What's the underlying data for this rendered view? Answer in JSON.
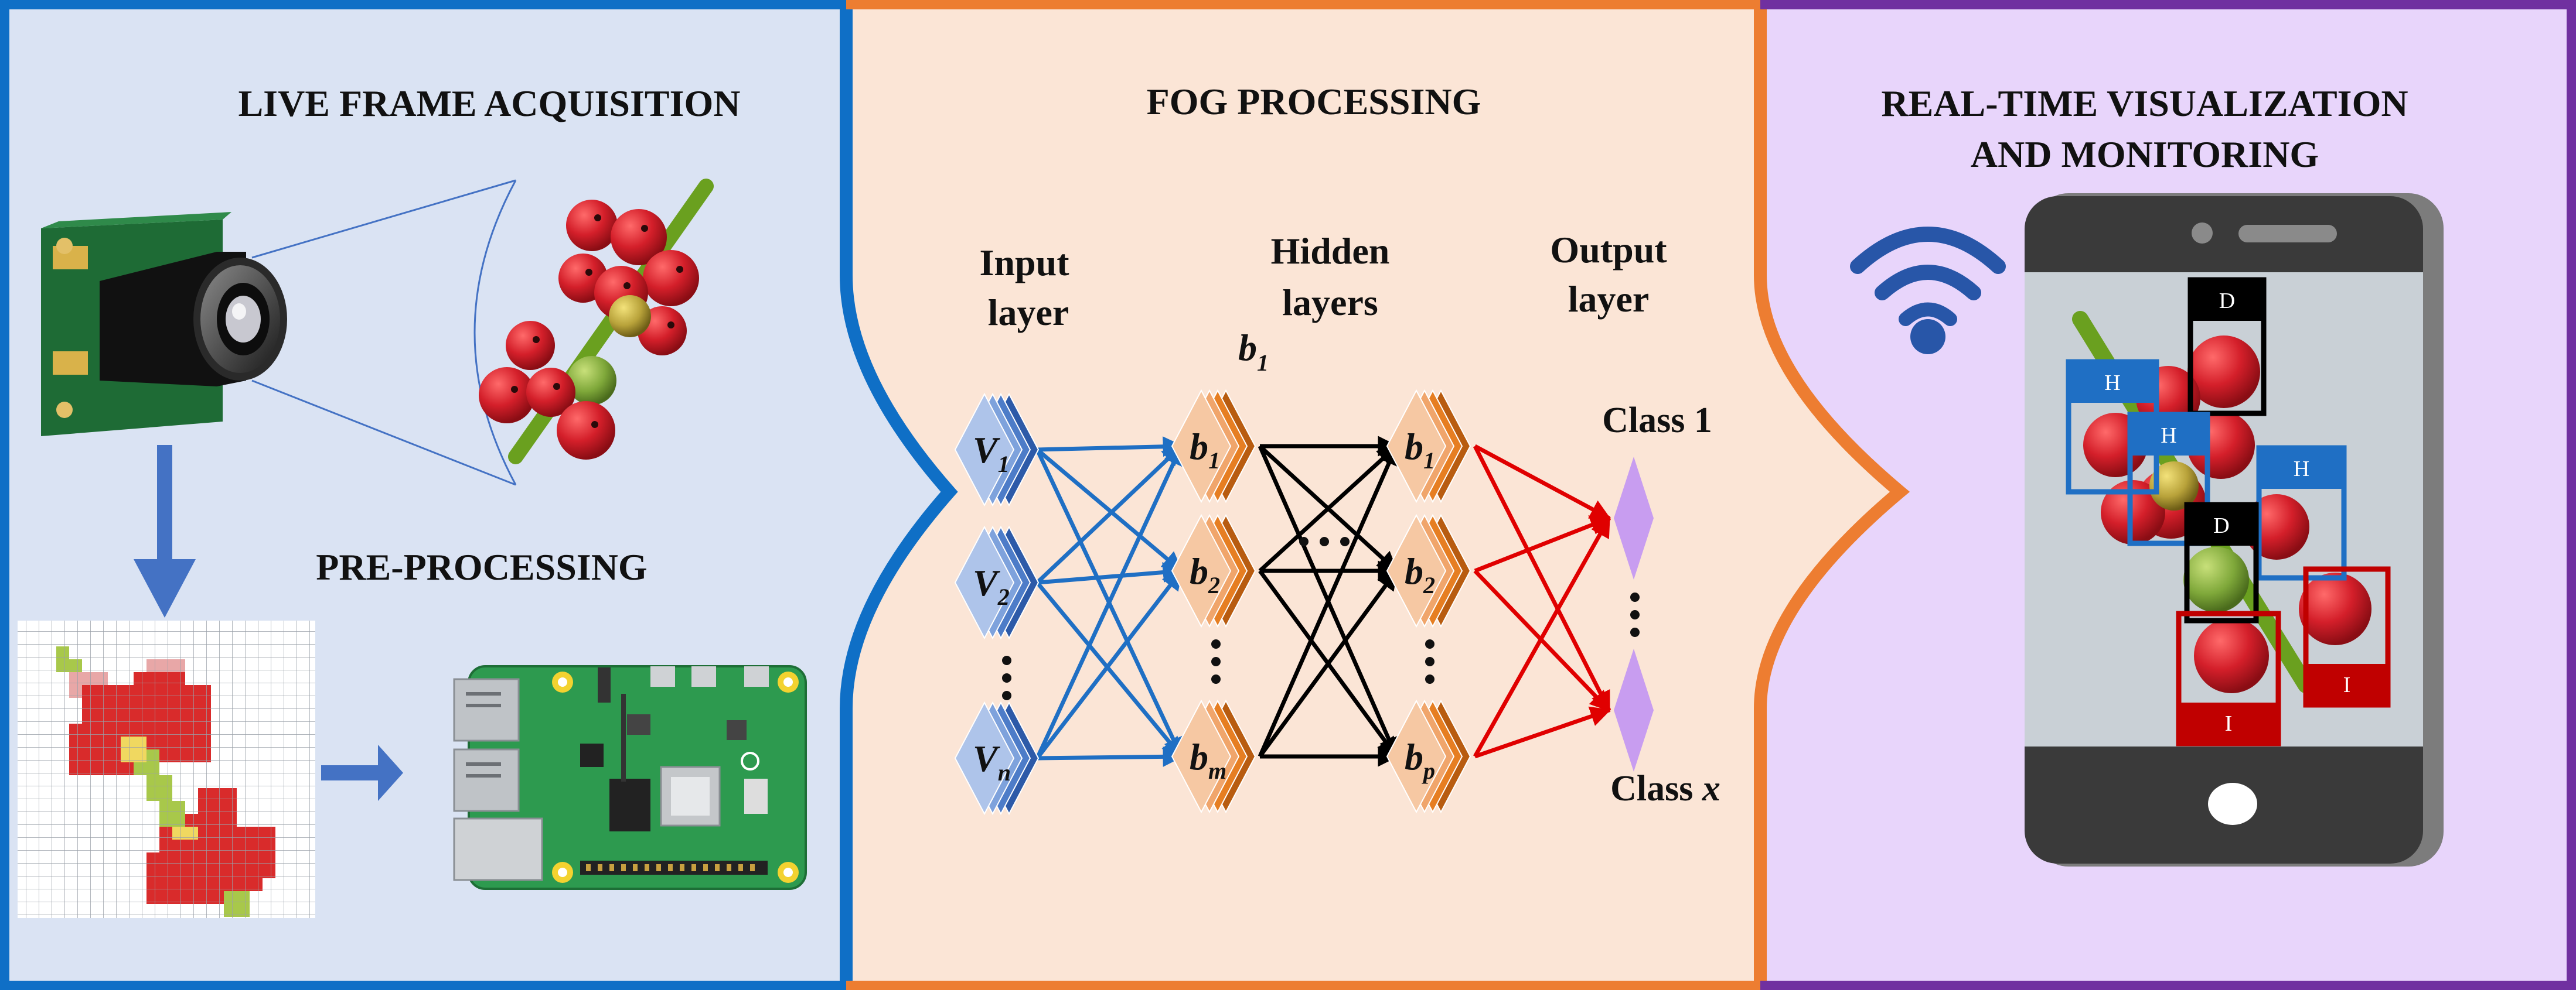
{
  "panels": {
    "acquisition": {
      "title": "LIVE FRAME ACQUISITION",
      "sub_title": "PRE-PROCESSING"
    },
    "fog": {
      "title": "FOG PROCESSING",
      "input_label_1": "Input",
      "input_label_2": "layer",
      "hidden_label_1": "Hidden",
      "hidden_label_2": "layers",
      "hidden_annotation": {
        "base": "b",
        "sub": "1"
      },
      "output_label_1": "Output",
      "output_label_2": "layer",
      "class_top": "Class 1",
      "class_bottom_prefix": "Class ",
      "class_bottom_var": "x"
    },
    "monitoring": {
      "title_1": "REAL-TIME VISUALIZATION",
      "title_2": "AND MONITORING"
    }
  },
  "network": {
    "inputs": [
      {
        "base": "V",
        "sub": "1"
      },
      {
        "base": "V",
        "sub": "2"
      },
      {
        "base": "V",
        "sub": "n"
      }
    ],
    "hidden1": [
      {
        "base": "b",
        "sub": "1"
      },
      {
        "base": "b",
        "sub": "2"
      },
      {
        "base": "b",
        "sub": "m"
      }
    ],
    "hidden2": [
      {
        "base": "b",
        "sub": "1"
      },
      {
        "base": "b",
        "sub": "2"
      },
      {
        "base": "b",
        "sub": "p"
      }
    ]
  },
  "phone_detections": [
    {
      "label": "D",
      "kind": "defective"
    },
    {
      "label": "H",
      "kind": "healthy"
    },
    {
      "label": "H",
      "kind": "healthy"
    },
    {
      "label": "H",
      "kind": "healthy"
    },
    {
      "label": "D",
      "kind": "defective"
    },
    {
      "label": "I",
      "kind": "immature"
    },
    {
      "label": "I",
      "kind": "immature"
    }
  ],
  "colors": {
    "panel1_bg": "#dae3f3",
    "panel1_border": "#0f6fc6",
    "panel2_bg": "#fbe5d6",
    "panel2_border": "#ed7d31",
    "panel3_bg": "#e8d5fb",
    "panel3_border": "#7030a0",
    "input_node": "#4472c4",
    "hidden_node": "#e67e22",
    "output_node": "#c89df0",
    "arrow_in": "#1f6fc4",
    "arrow_hidden": "#000000",
    "arrow_out": "#e00000",
    "healthy": "#1f6fc4",
    "defective": "#000000",
    "immature": "#c00000"
  }
}
